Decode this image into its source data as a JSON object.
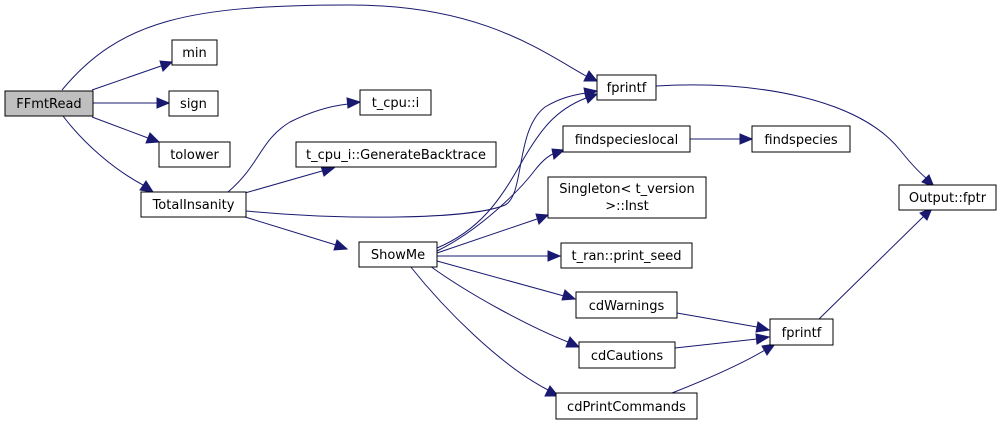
{
  "graph": {
    "colors": {
      "edge": "#191970",
      "root_fill": "#bfbfbf",
      "node_fill": "#ffffff",
      "node_border": "#000000"
    },
    "nodes": {
      "ffmtread": "FFmtRead",
      "min": "min",
      "sign": "sign",
      "tolower": "tolower",
      "totalinsanity": "TotalInsanity",
      "t_cpu_i": "t_cpu::i",
      "generate_backtrace": "t_cpu_i::GenerateBacktrace",
      "showme": "ShowMe",
      "fprintf_top": "fprintf",
      "findspecieslocal": "findspecieslocal",
      "findspecies": "findspecies",
      "singleton_line1": "Singleton< t_version",
      "singleton_line2": ">::Inst",
      "print_seed": "t_ran::print_seed",
      "cdwarnings": "cdWarnings",
      "cdcautions": "cdCautions",
      "cdprintcommands": "cdPrintCommands",
      "fprintf_bottom": "fprintf",
      "output_fptr": "Output::fptr"
    }
  }
}
